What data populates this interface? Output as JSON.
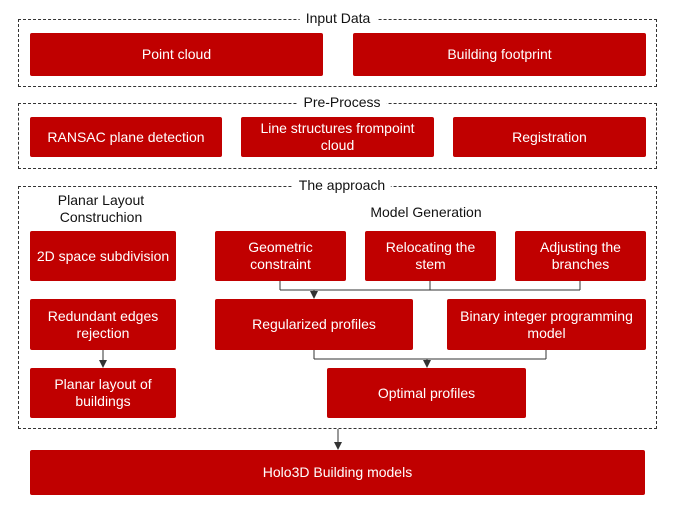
{
  "colors": {
    "box_fill": "#c00000",
    "box_text": "#ffffff",
    "line": "#333333"
  },
  "sections": {
    "input_data": {
      "title": "Input Data",
      "point_cloud": "Point cloud",
      "building_footprint": "Building footprint"
    },
    "pre_process": {
      "title": "Pre-Process",
      "ransac": "RANSAC plane detection",
      "line_structures": "Line structures frompoint cloud",
      "registration": "Registration"
    },
    "approach": {
      "title": "The approach",
      "planar_layout": {
        "title": "Planar Layout Construchion",
        "space_subdivision": "2D space subdivision",
        "redundant_edges": "Redundant edges rejection",
        "planar_layout_buildings": "Planar layout of buildings"
      },
      "model_generation": {
        "title": "Model Generation",
        "geometric_constraint": "Geometric constraint",
        "relocating_stem": "Relocating the stem",
        "adjusting_branches": "Adjusting the branches",
        "regularized_profiles": "Regularized profiles",
        "binary_integer": "Binary integer programming model",
        "optimal_profiles": "Optimal profiles"
      }
    }
  },
  "output": {
    "holo3d": "Holo3D Building models"
  }
}
